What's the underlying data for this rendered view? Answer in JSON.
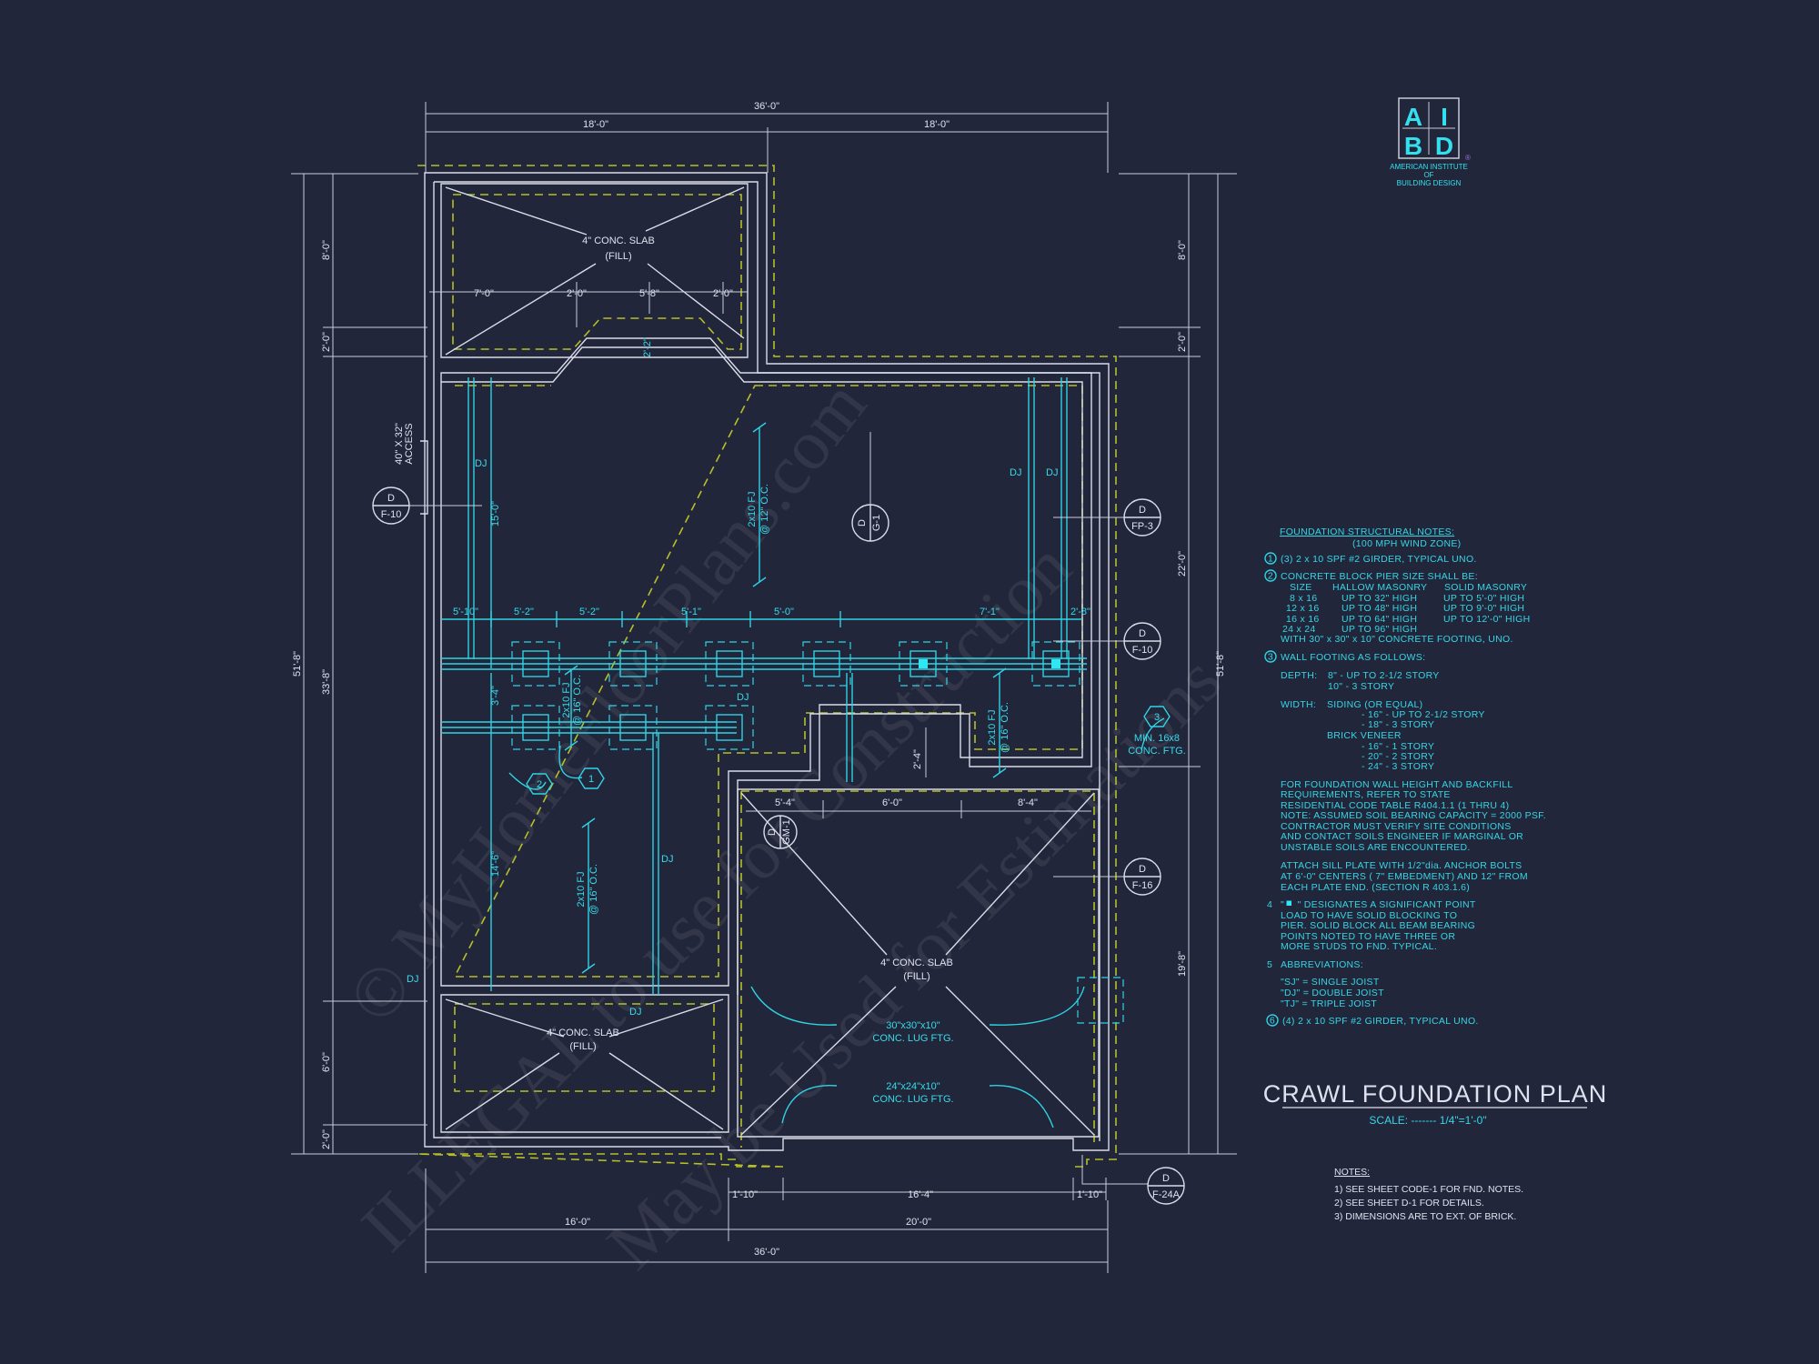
{
  "colors": {
    "background": "#22263a",
    "wall": "#d9dce8",
    "annotation": "#2fd3e3",
    "footing": "#b6bf2a"
  },
  "logo": {
    "letters": [
      "A",
      "I",
      "B",
      "D"
    ],
    "line1": "AMERICAN INSTITUTE",
    "line2": "OF",
    "line3": "BUILDING DESIGN",
    "mark": "®"
  },
  "watermark": [
    "© MyHomeFloorPlans.com",
    "ILLEGAL to use for Construction",
    "May be Used for Estimations"
  ],
  "dims": {
    "top_overall": "36'-0\"",
    "top_left": "18'-0\"",
    "top_right": "18'-0\"",
    "left_overall": "51'-8\"",
    "left_segs": [
      "8'-0\"",
      "2'-0\"",
      "33'-8\"",
      "6'-0\"",
      "2'-0\""
    ],
    "right_overall": "51'-8\"",
    "right_segs": [
      "8'-0\"",
      "2'-0\"",
      "22'-0\"",
      "19'-8\""
    ],
    "bottom_row1": [
      "1'-10\"",
      "16'-4\"",
      "1'-10\""
    ],
    "bottom_row2": [
      "16'-0\"",
      "20'-0\""
    ],
    "bottom_overall": "36'-0\"",
    "slab_top": [
      "7'-0\"",
      "2'-0\"",
      "5'-8\"",
      "2'-0\""
    ],
    "bay": "2'-2\"",
    "beam": [
      "5'-10\"",
      "5'-2\"",
      "5'-2\"",
      "5'-1\"",
      "5'-0\"",
      "7'-1\"",
      "2'-8\""
    ],
    "vertical": [
      "15'-0\"",
      "3'-4\"",
      "14'-6\"",
      "2'-4\""
    ],
    "room": [
      "5'-4\"",
      "6'-0\"",
      "8'-4\""
    ]
  },
  "labels": {
    "slab_line1": "4\" CONC. SLAB",
    "slab_line2": "(FILL)",
    "dj": "DJ",
    "fj12_1": "2x10 FJ",
    "fj12_2": "@ 12\" O.C.",
    "fj16_1": "2x10 FJ",
    "fj16_2": "@ 16\" O.C.",
    "access1": "40\" X 32\"",
    "access2": "ACCESS",
    "lug30_1": "30\"x30\"x10\"",
    "lug30_2": "CONC. LUG FTG.",
    "lug24_1": "24\"x24\"x10\"",
    "lug24_2": "CONC. LUG FTG.",
    "min_ftg1": "MIN. 16x8",
    "min_ftg2": "CONC. FTG.",
    "hex": [
      "1",
      "2",
      "3"
    ]
  },
  "sections": [
    {
      "top": "D",
      "bottom": "F-10"
    },
    {
      "top": "D",
      "bottom": "G-1"
    },
    {
      "top": "D",
      "bottom": "FP-3"
    },
    {
      "top": "D",
      "bottom": "F-10"
    },
    {
      "top": "D",
      "bottom": "GM-1"
    },
    {
      "top": "D",
      "bottom": "F-16"
    },
    {
      "top": "D",
      "bottom": "F-24A"
    }
  ],
  "notes": {
    "title": "FOUNDATION STRUCTURAL NOTES:",
    "subtitle": "(100 MPH WIND ZONE)",
    "n1_num": "1",
    "n1": "(3) 2 x 10 SPF #2 GIRDER, TYPICAL UNO.",
    "n2_num": "2",
    "n2": "CONCRETE BLOCK PIER SIZE SHALL BE:",
    "pier_table": {
      "headers": [
        "SIZE",
        "HALLOW MASONRY",
        "SOLID MASONRY"
      ],
      "rows": [
        [
          "8 x 16",
          "UP TO 32\" HIGH",
          "UP TO 5'-0\" HIGH"
        ],
        [
          "12 x 16",
          "UP TO 48\" HIGH",
          "UP TO 9'-0\" HIGH"
        ],
        [
          "16 x 16",
          "UP TO 64\" HIGH",
          "UP TO 12'-0\" HIGH"
        ],
        [
          "24 x 24",
          "UP TO 96\" HIGH",
          ""
        ]
      ]
    },
    "n2_footing": "WITH 30\" x 30\" x 10\" CONCRETE FOOTING, UNO.",
    "n3_num": "3",
    "n3": "WALL FOOTING AS FOLLOWS:",
    "depth_label": "DEPTH:",
    "depth": [
      "8\" - UP TO 2-1/2 STORY",
      "10\" - 3 STORY"
    ],
    "width_label": "WIDTH:",
    "siding": "SIDING (OR EQUAL)",
    "siding_vals": [
      "- 16\" - UP TO 2-1/2 STORY",
      "- 18\" - 3 STORY"
    ],
    "brick": "BRICK VENEER",
    "brick_vals": [
      "- 16\" - 1 STORY",
      "- 20\" - 2 STORY",
      "- 24\" - 3 STORY"
    ],
    "para1": [
      "FOR FOUNDATION WALL HEIGHT AND BACKFILL",
      "REQUIREMENTS, REFER TO STATE",
      "RESIDENTIAL CODE TABLE R404.1.1 (1 THRU 4)",
      "NOTE: ASSUMED SOIL BEARING CAPACITY = 2000 PSF.",
      "CONTRACTOR MUST VERIFY SITE CONDITIONS",
      "AND CONTACT SOILS ENGINEER IF MARGINAL OR",
      "UNSTABLE SOILS ARE ENCOUNTERED."
    ],
    "para2": [
      "ATTACH SILL PLATE WITH 1/2\"dia. ANCHOR BOLTS",
      "AT 6'-0\" CENTERS ( 7\" EMBEDMENT) AND 12\" FROM",
      "EACH PLATE END. (SECTION R 403.1.6)"
    ],
    "n4_num": "4",
    "n4": [
      "\"  \" DESIGNATES A SIGNIFICANT POINT",
      "LOAD TO HAVE SOLID BLOCKING TO",
      "PIER. SOLID BLOCK ALL BEAM BEARING",
      "POINTS NOTED TO HAVE THREE OR",
      "MORE STUDS TO FND. TYPICAL."
    ],
    "n5_num": "5",
    "n5": "ABBREVIATIONS:",
    "abbr": [
      "\"SJ\" = SINGLE JOIST",
      "\"DJ\" = DOUBLE JOIST",
      "\"TJ\" = TRIPLE JOIST"
    ],
    "n6_num": "6",
    "n6": "(4) 2 x 10 SPF #2 GIRDER, TYPICAL UNO."
  },
  "title": {
    "name": "CRAWL FOUNDATION PLAN",
    "scale": "SCALE: ------- 1/4\"=1'-0\""
  },
  "general_notes": {
    "heading": "NOTES:",
    "items": [
      "1)  SEE SHEET CODE-1 FOR FND. NOTES.",
      "2)  SEE SHEET D-1 FOR DETAILS.",
      "3)  DIMENSIONS ARE TO EXT. OF BRICK."
    ]
  }
}
